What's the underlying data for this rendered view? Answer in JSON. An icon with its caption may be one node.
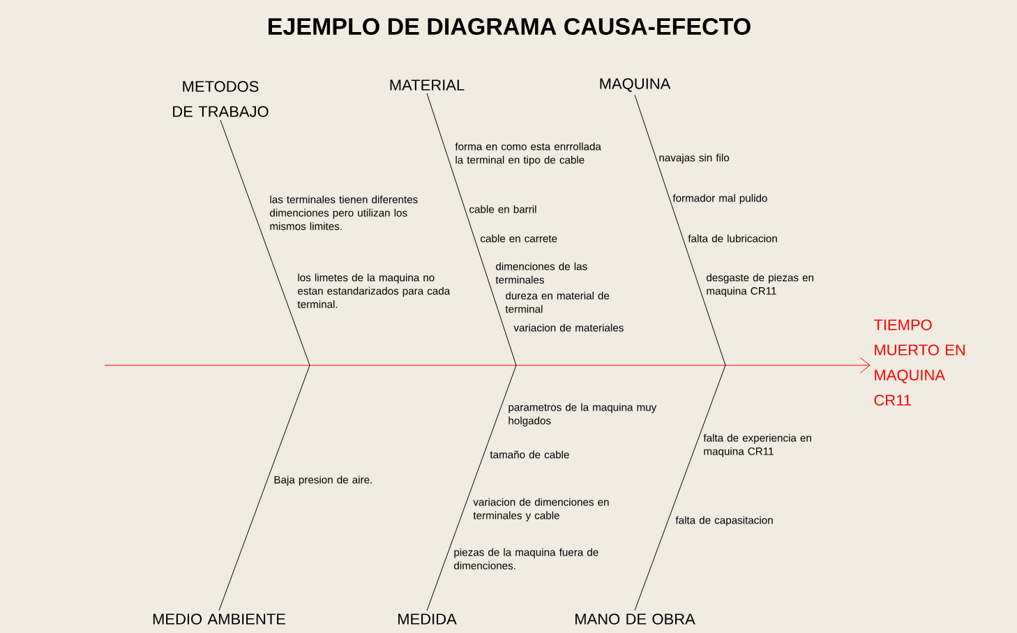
{
  "diagram": {
    "title": "EJEMPLO DE DIAGRAMA CAUSA-EFECTO",
    "nodes": [
      {
        "text": [
          "METODOS DE TRABAJO"
        ]
      },
      {
        "text": [
          "MATERIAL"
        ]
      },
      {
        "text": [
          "MAQUINA"
        ]
      },
      {
        "text": [
          "TIEMPO MUERTO EN MAQUINA CR11"
        ]
      },
      {
        "text": [
          "MEDIO AMBIENTE"
        ]
      },
      {
        "text": [
          "MEDIDA"
        ]
      },
      {
        "text": [
          "MANO DE OBRA"
        ]
      }
    ],
    "edges": [
      {
        "from": null,
        "to": 3,
        "arrow": "to",
        "color": "#ff0000"
      },
      {
        "from": 0,
        "to": null,
        "arrow": "none"
      },
      {
        "from": 1,
        "to": null,
        "arrow": "none"
      },
      {
        "from": 2,
        "to": null,
        "arrow": "none"
      },
      {
        "from": 4,
        "to": null,
        "arrow": "none"
      },
      {
        "from": 5,
        "to": null,
        "arrow": "none"
      },
      {
        "from": 6,
        "to": null,
        "arrow": "none"
      }
    ],
    "labels": [
      "forma en como esta enrrollada la terminal en tipo de cable",
      "navajas sin filo",
      "las terminales tienen diferentes dimenciones pero utilizan los mismos limites.",
      "formador mal pulido",
      "cable en barril",
      "cable en carrete",
      "falta de lubricacion",
      "dimenciones de las terminales",
      "los limetes de la maquina no estan estandarizados para cada terminal.",
      "desgaste de piezas en maquina CR11",
      "dureza en material de terminal",
      "variacion de materiales",
      "parametros de la maquina muy holgados",
      "falta de experiencia en maquina CR11",
      "tamaño de cable",
      "Baja presion de aire.",
      "variacion de dimenciones en terminales y cable",
      "falta de capasitacion",
      "piezas de la maquina fuera de dimenciones."
    ]
  }
}
